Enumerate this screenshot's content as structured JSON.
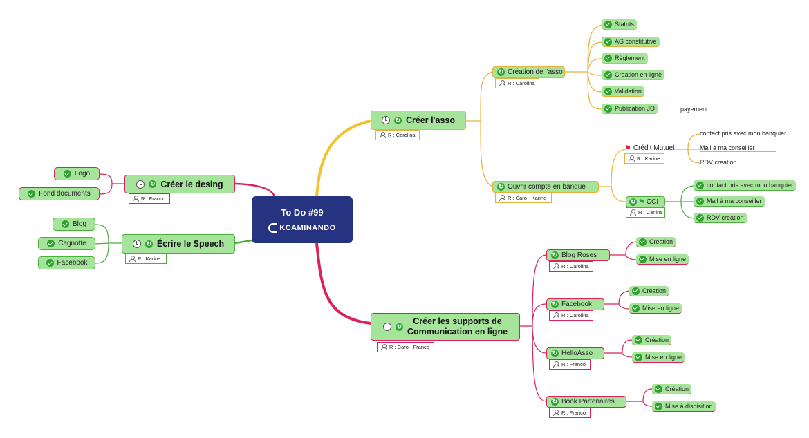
{
  "central": {
    "title": "To Do #99",
    "logo_text": "KCAMINANDO"
  },
  "right": {
    "asso": {
      "title": "Créer l'asso",
      "resp": "R : Carolina",
      "creation": {
        "title": "Création de l'asso",
        "resp": "R : Carolina",
        "items": [
          "Statuts",
          "AG constitutive",
          "Règlement",
          "Creation en ligne",
          "Validation",
          "Publication JO"
        ],
        "note": "payement"
      },
      "compte": {
        "title": "Ouvrir compte en banque",
        "resp": "R : Caro - Karine",
        "credit": {
          "title": "Crédit Mutuel",
          "resp": "R : Karine",
          "items": [
            "contact pris avec mon banquier",
            "Mail à ma conseiller",
            "RDV creation"
          ]
        },
        "cci": {
          "title": "CCI",
          "resp": "R : Carlina",
          "items": [
            "contact pris avec mon banquier",
            "Mail à ma conseiller",
            "RDV creation"
          ]
        }
      }
    },
    "supports": {
      "title_line1": "Créer les supports de",
      "title_line2": "Communication en ligne",
      "resp": "R : Caro - Franco",
      "blog": {
        "title": "Blog Roses",
        "resp": "R : Carolina",
        "items": [
          "Création",
          "Mise en ligne"
        ]
      },
      "facebook": {
        "title": "Facebook",
        "resp": "R : Carolina",
        "items": [
          "Création",
          "Mise en ligne"
        ]
      },
      "helloasso": {
        "title": "HelloAsso",
        "resp": "R : Franco",
        "items": [
          "Création",
          "Mise en ligne"
        ]
      },
      "book": {
        "title": "Book Partenaires",
        "resp": "R : Franco",
        "items": [
          "Création",
          "Mise à dispisition"
        ]
      }
    }
  },
  "left": {
    "design": {
      "title": "Créer le desing",
      "resp": "R : Franco",
      "items": [
        "Logo",
        "Fond documents"
      ]
    },
    "speech": {
      "title": "Écrire le Speech",
      "resp": "R : Karine",
      "items": [
        "Blog",
        "Cagnotte",
        "Facebook"
      ]
    }
  },
  "colors": {
    "central": "#263380",
    "node_fill": "#a6e39b",
    "branch_orange": "#e8b13c",
    "branch_red": "#d9235a",
    "branch_green": "#4cae3e"
  },
  "icons": [
    "check-icon",
    "task-arrow-icon",
    "clock-icon",
    "user-icon",
    "red-flag-icon",
    "green-flag-icon"
  ]
}
